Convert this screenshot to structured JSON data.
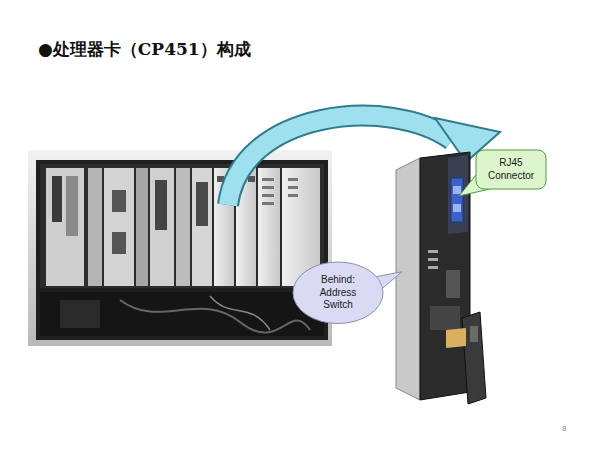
{
  "diagram": {
    "title": "●处理器卡（CP451）构成",
    "nodes": [
      {
        "text": [
          "RJ45 Connector"
        ]
      },
      {
        "text": [
          "Behind: Address Switch"
        ]
      }
    ],
    "labels": [
      "8"
    ]
  }
}
